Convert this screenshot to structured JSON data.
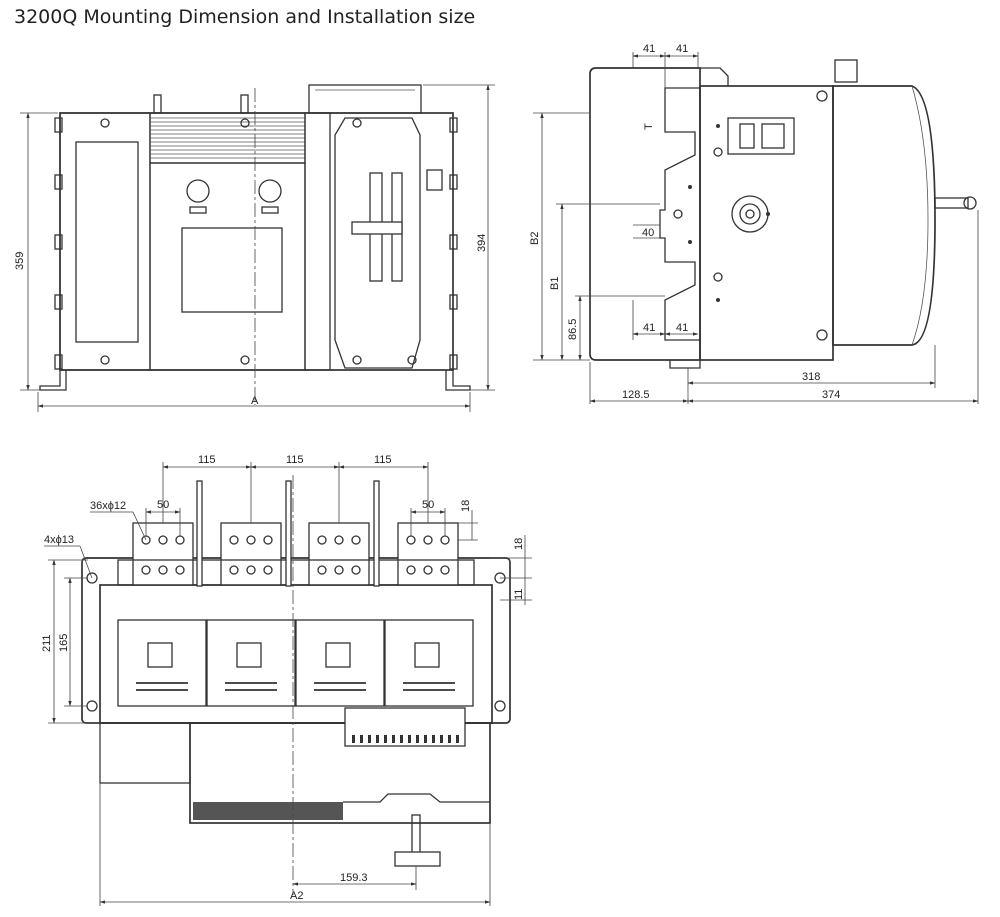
{
  "title": "3200Q Mounting Dimension and Installation size",
  "front_view": {
    "width_label": "A",
    "height_left": "359",
    "height_right": "394"
  },
  "side_view": {
    "top_41_a": "41",
    "top_41_b": "41",
    "label_T": "T",
    "dim_40": "40",
    "label_B2": "B2",
    "label_B1": "B1",
    "dim_86_5": "86.5",
    "bottom_41_a": "41",
    "bottom_41_b": "41",
    "depth_318": "318",
    "left_128_5": "128.5",
    "depth_374": "374"
  },
  "top_view": {
    "pitch_1": "115",
    "pitch_2": "115",
    "pitch_3": "115",
    "holes_label": "36xϕ12",
    "mount_holes_label": "4xϕ13",
    "bar_50_left": "50",
    "bar_50_right": "50",
    "bar_18_right": "18",
    "side_18": "18",
    "side_11": "11",
    "height_211": "211",
    "height_165": "165",
    "handle_159_3": "159.3",
    "width_label": "A2"
  }
}
